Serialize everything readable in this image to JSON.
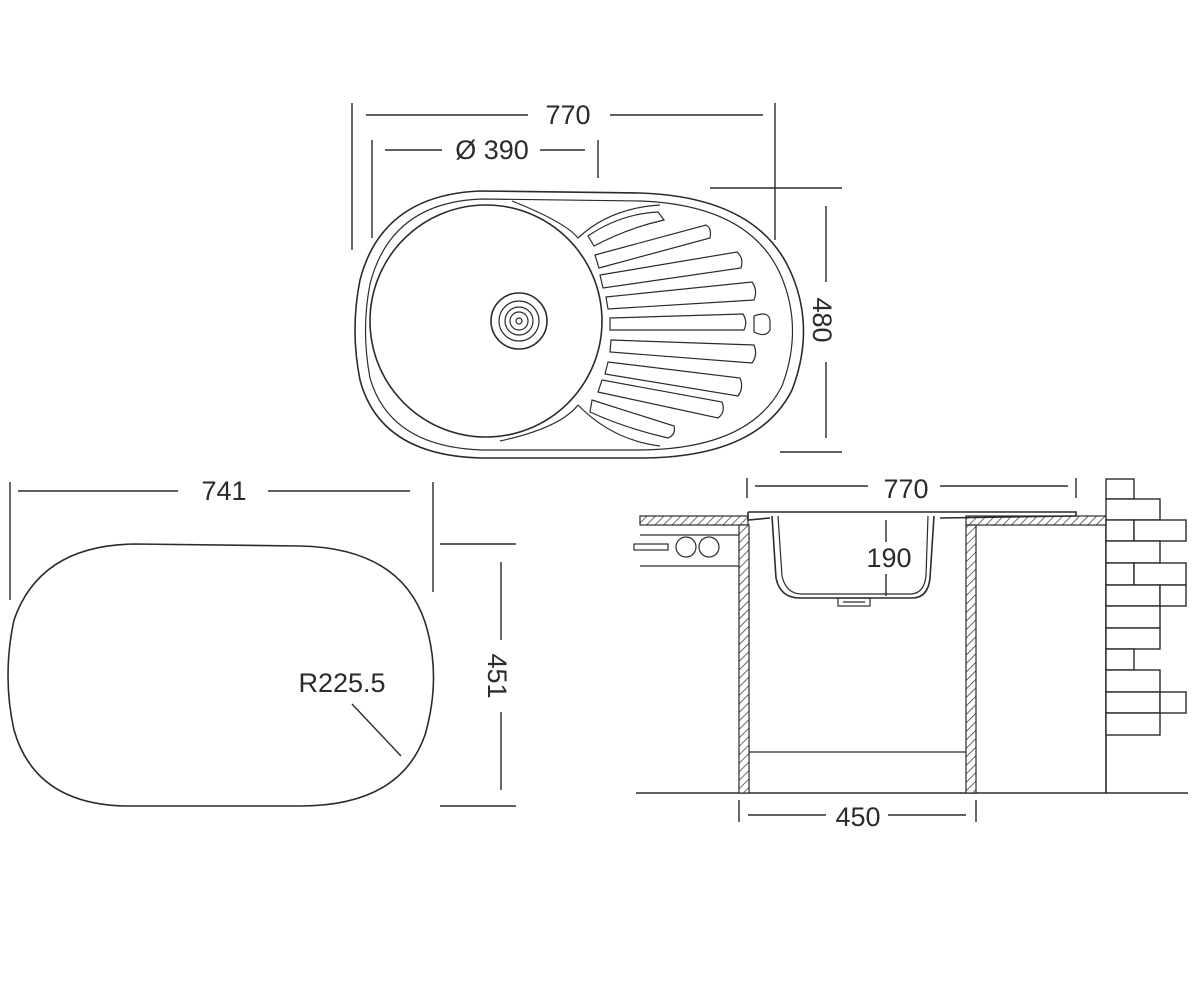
{
  "top_view": {
    "overall_width": "770",
    "bowl_diameter": "Ø 390",
    "overall_depth": "480"
  },
  "cutout_view": {
    "width": "741",
    "depth": "451",
    "radius": "R225.5"
  },
  "section_view": {
    "overall_width": "770",
    "bowl_depth": "190",
    "cabinet_width": "450"
  }
}
